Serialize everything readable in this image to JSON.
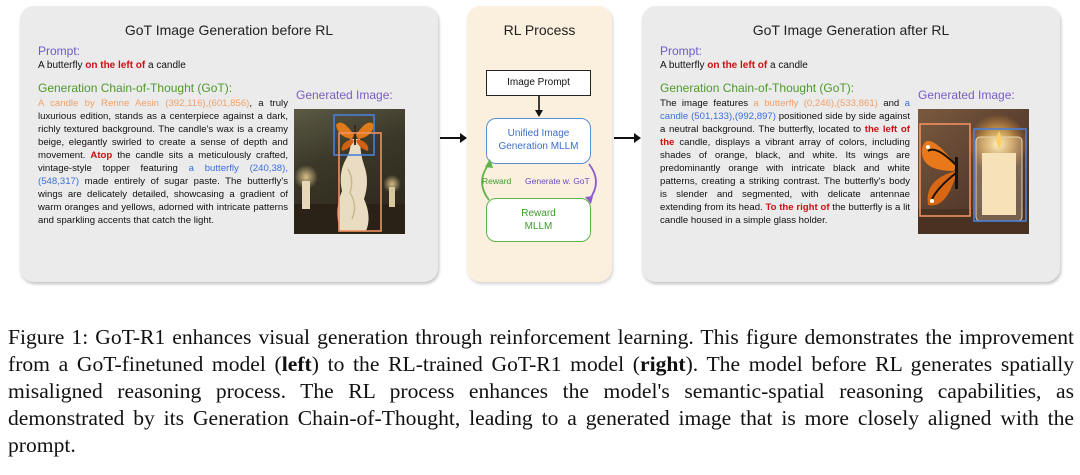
{
  "left_panel": {
    "title": "GoT Image Generation before RL",
    "prompt_label": "Prompt:",
    "prompt_pre": "A butterfly ",
    "prompt_highlight": "on the left of",
    "prompt_post": " a candle",
    "got_label": "Generation Chain-of-Thought (GoT):",
    "got_seg1": "A candle by Renne Aesin (392,116),(601,856)",
    "got_seg2": ", a truly luxurious edition, stands as a centerpiece against a dark, richly textured background. The candle's wax is a creamy beige, elegantly swirled to create a sense of depth and movement. ",
    "got_seg3": "Atop",
    "got_seg4": " the candle sits a meticulously crafted, vintage-style topper featuring ",
    "got_seg5": "a butterfly (240,38),(548,317)",
    "got_seg6": " made entirely of sugar paste. The butterfly's wings are delicately detailed, showcasing a gradient of warm oranges and yellows, adorned with intricate patterns and sparkling accents that catch the light.",
    "gen_label": "Generated Image:"
  },
  "rl_panel": {
    "title": "RL Process",
    "image_prompt": "Image Prompt",
    "unified_line1": "Unified Image",
    "unified_line2": "Generation MLLM",
    "reward_line1": "Reward",
    "reward_line2": "MLLM",
    "reward_label": "Reward",
    "generate_label": "Generate w. GoT"
  },
  "right_panel": {
    "title": "GoT Image Generation after RL",
    "prompt_label": "Prompt:",
    "prompt_pre": "A butterfly ",
    "prompt_highlight": "on the left of",
    "prompt_post": " a candle",
    "got_label": "Generation Chain-of-Thought (GoT):",
    "got_seg1": "The image features ",
    "got_seg2": "a butterfly (0,246),(533,861)",
    "got_seg3": " and ",
    "got_seg4": "a candle (501,133),(992,897)",
    "got_seg5": " positioned side by side against a neutral background. The butterfly, located to ",
    "got_seg6": "the left of the",
    "got_seg7": " candle, displays a vibrant array of colors, including shades of orange, black, and white. Its wings are predominantly orange with intricate black and white patterns, creating a striking contrast. The butterfly's body is slender and segmented, with delicate antennae extending from its head. ",
    "got_seg8": "To the right of",
    "got_seg9": " the butterfly is a lit candle housed in a simple glass holder.",
    "gen_label": "Generated Image:"
  },
  "caption": {
    "seg1": "Figure 1: GoT-R1 enhances visual generation through reinforcement learning. This figure demonstrates the improvement from a GoT-finetuned model (",
    "seg2": "left",
    "seg3": ") to the RL-trained GoT-R1 model (",
    "seg4": "right",
    "seg5": "). The model before RL generates spatially misaligned reasoning process. The RL process enhances the model's semantic-spatial reasoning capabilities, as demonstrated by its Generation Chain-of-Thought, leading to a generated image that is more closely aligned with the prompt."
  },
  "colors": {
    "prompt_label": "#6a5acd",
    "got_label": "#4e9a2c",
    "highlight_red": "#cc1111",
    "coord_orange": "#f0a068",
    "coord_blue": "#3d6fd8",
    "unified_border": "#5a8fd6",
    "reward_border": "#5fb34a",
    "arrow_purple": "#8a5cd0"
  }
}
